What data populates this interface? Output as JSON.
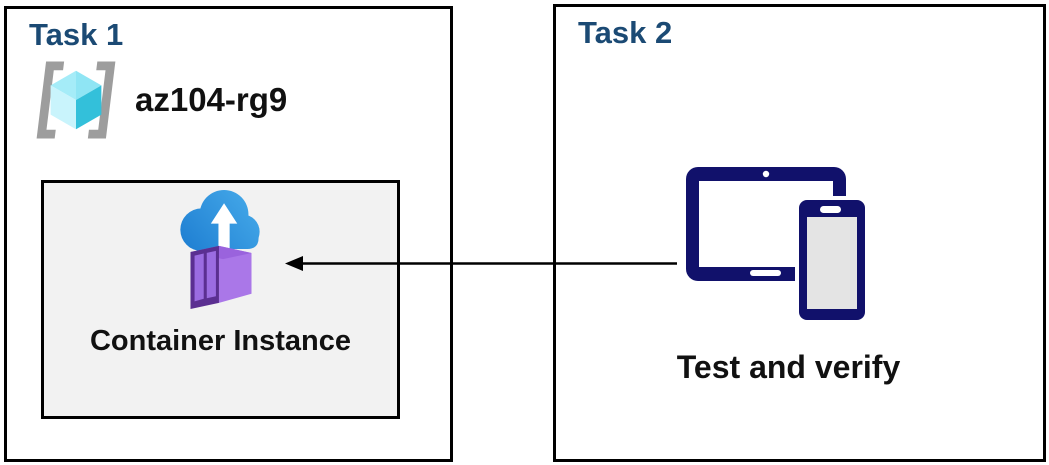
{
  "task1": {
    "title": "Task 1",
    "resource_group": {
      "name": "az104-rg9",
      "icon": "resource-group-icon"
    },
    "container_instance": {
      "label": "Container Instance",
      "icon": "container-instance-icon"
    }
  },
  "task2": {
    "title": "Task 2",
    "devices": {
      "icon": "tablet-phone-icon",
      "label": "Test and verify"
    }
  },
  "arrow": {
    "from": "tablet-phone-icon",
    "to": "container-instance-box",
    "direction": "right-to-left"
  },
  "colors": {
    "title_blue": "#1b4a74",
    "border_black": "#000000",
    "inner_box_bg": "#f2f2f2",
    "text_black": "#111111",
    "device_navy": "#11116b",
    "phone_screen": "#e4e4e4",
    "cloud_dark": "#1f7fd2",
    "cloud_light": "#45a9e9",
    "arrow_white": "#ffffff",
    "container_front": "#5b2f91",
    "container_panel": "#9b6ce1",
    "container_top": "#9a63dd",
    "container_side": "#aa77e8",
    "cube_top_left": "#a5ecf8",
    "cube_top_right": "#8fe5f4",
    "cube_left": "#c9f4fc",
    "cube_right": "#33c0da",
    "bracket_gray": "#9d9d9d"
  }
}
